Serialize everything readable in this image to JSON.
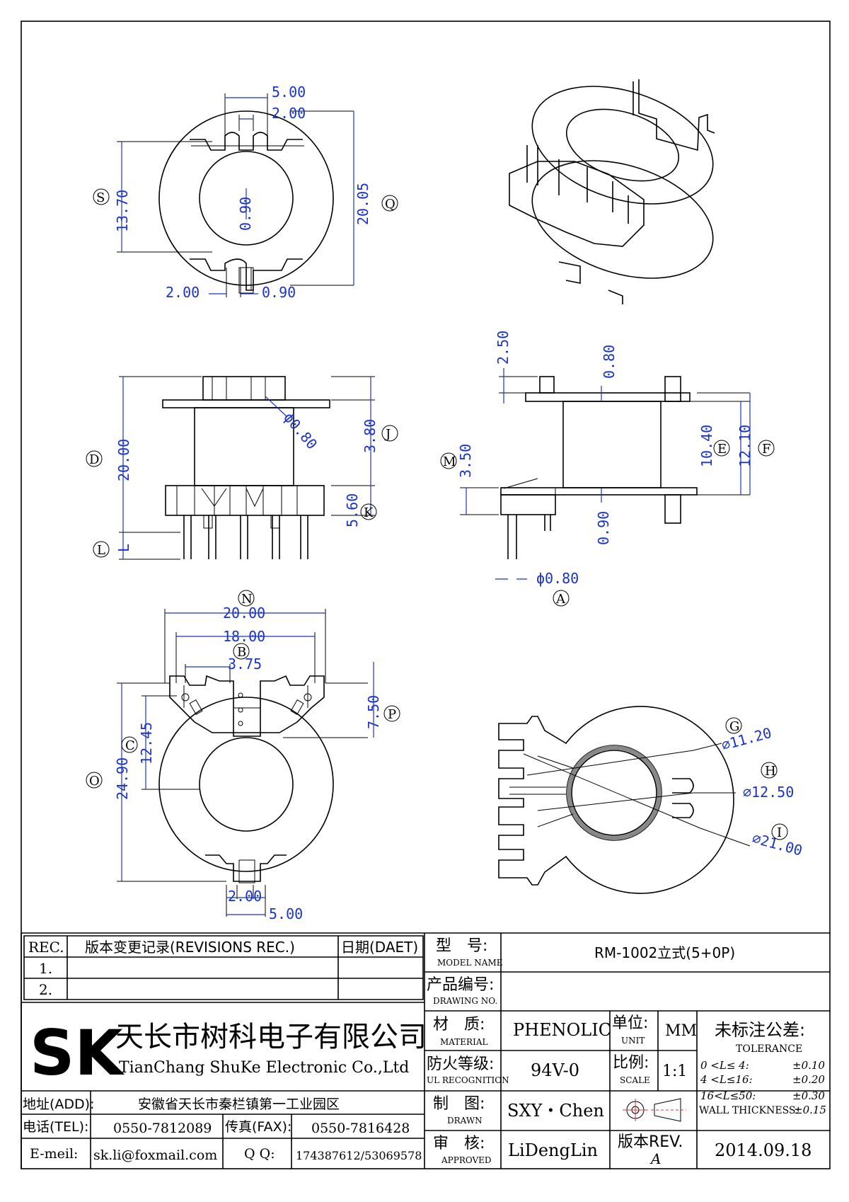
{
  "dimensions": {
    "top": {
      "d1": "5.00",
      "d2": "2.00",
      "s_val": "13.70",
      "center": "0.90",
      "q_val": "20.05",
      "bot_left": "2.00",
      "bot_right": "0.90"
    },
    "front": {
      "d_val": "20.00",
      "phi": "ϕ0.80",
      "j_val": "3.80",
      "k_val": "5.60",
      "l_val": "L"
    },
    "side": {
      "top": "2.50",
      "topmid": "0.80",
      "e_val": "10.40",
      "f_val": "12.10",
      "m_val": "3.50",
      "mid": "0.90",
      "phi": "ϕ0.80"
    },
    "bottom": {
      "n_val": "20.00",
      "b_val": "18.00",
      "w1": "3.75",
      "p_val": "7.50",
      "c_val": "12.45",
      "o_val": "24.90",
      "w2": "2.00",
      "w3": "5.00"
    },
    "circle": {
      "g_val": "⌀11.20",
      "h_val": "⌀12.50",
      "i_val": "⌀21.00"
    }
  },
  "labels": {
    "S": "S",
    "Q": "Q",
    "D": "D",
    "J": "J",
    "K": "K",
    "L": "L",
    "M": "M",
    "E": "E",
    "F": "F",
    "A": "A",
    "N": "N",
    "B": "B",
    "P": "P",
    "C": "C",
    "O": "O",
    "G": "G",
    "H": "H",
    "I": "I"
  },
  "title_block": {
    "rev_header": "REC.",
    "rev_title": "版本变更记录(REVISIONS REC.)",
    "rev_date": "日期(DAET)",
    "rev_row1": "1.",
    "rev_row2": "2.",
    "company_cn": "天长市树科电子有限公司",
    "company_en": "TianChang ShuKe Electronic Co.,Ltd",
    "logo": "SK",
    "addr_label": "地址(ADD):",
    "addr_value": "安徽省天长市秦栏镇第一工业园区",
    "tel_label": "电话(TEL):",
    "tel_value": "0550-7812089",
    "fax_label": "传真(FAX):",
    "fax_value": "0550-7816428",
    "mail_label": "E-meil:",
    "mail_value": "sk.li@foxmail.com",
    "qq_label": "Q Q:",
    "qq_value": "174387612/53069578",
    "model_cn": "型　号:",
    "model_en": "MODEL NAME",
    "model_value": "RM-1002立式(5+0P)",
    "drawno_cn": "产品编号:",
    "drawno_en": "DRAWING NO.",
    "material_cn": "材　质:",
    "material_en": "MATERIAL",
    "material_value": "PHENOLIC",
    "unit_cn": "单位:",
    "unit_en": "UNIT",
    "unit_value": "MM",
    "fire_cn": "防火等级:",
    "fire_en": "UL RECOGNITION",
    "fire_value": "94V-0",
    "scale_cn": "比例:",
    "scale_en": "SCALE",
    "scale_value": "1:1",
    "tol_cn": "未标注公差:",
    "tol_en": "TOLERANCE",
    "tol1_range": "0 <L≤ 4:",
    "tol1_val": "±0.10",
    "tol2_range": "4 <L≤16:",
    "tol2_val": "±0.20",
    "tol3_range": "16<L≤50:",
    "tol3_val": "±0.30",
    "tol_wall": "WALL THICKNESS:",
    "tol_wall_val": "±0.15",
    "drawn_cn": "制　图:",
    "drawn_en": "DRAWN",
    "drawn_value": "SXY・Chen",
    "approved_cn": "审　核:",
    "approved_en": "APPROVED",
    "approved_value": "LiDengLin",
    "rev_cn": "版本REV.",
    "rev_value": "A",
    "date_value": "2014.09.18"
  }
}
